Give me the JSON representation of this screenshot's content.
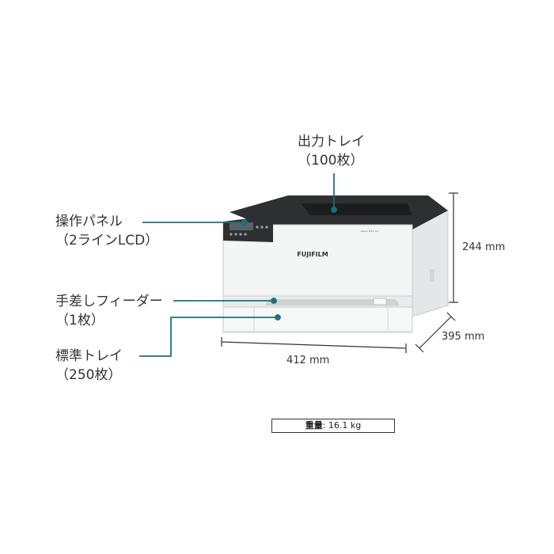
{
  "callouts": {
    "output_tray": {
      "line1": "出力トレイ",
      "line2": "（100枚）"
    },
    "control_panel": {
      "line1": "操作パネル",
      "line2": "（2ラインLCD）"
    },
    "bypass_feeder": {
      "line1": "手差しフィーダー",
      "line2": "（1枚）"
    },
    "standard_tray": {
      "line1": "標準トレイ",
      "line2": "（250枚）"
    }
  },
  "dimensions": {
    "height": "244 mm",
    "depth": "395 mm",
    "width": "412 mm"
  },
  "weight": {
    "label": "重量",
    "separator": ": ",
    "value": "16.1 kg"
  },
  "product": {
    "brand": "FUJIFILM",
    "model": "Apeos Print C4..."
  },
  "colors": {
    "callout_line": "#1f6f7a",
    "printer_body": "#f2f3f3",
    "printer_top": "#2e2f31"
  }
}
